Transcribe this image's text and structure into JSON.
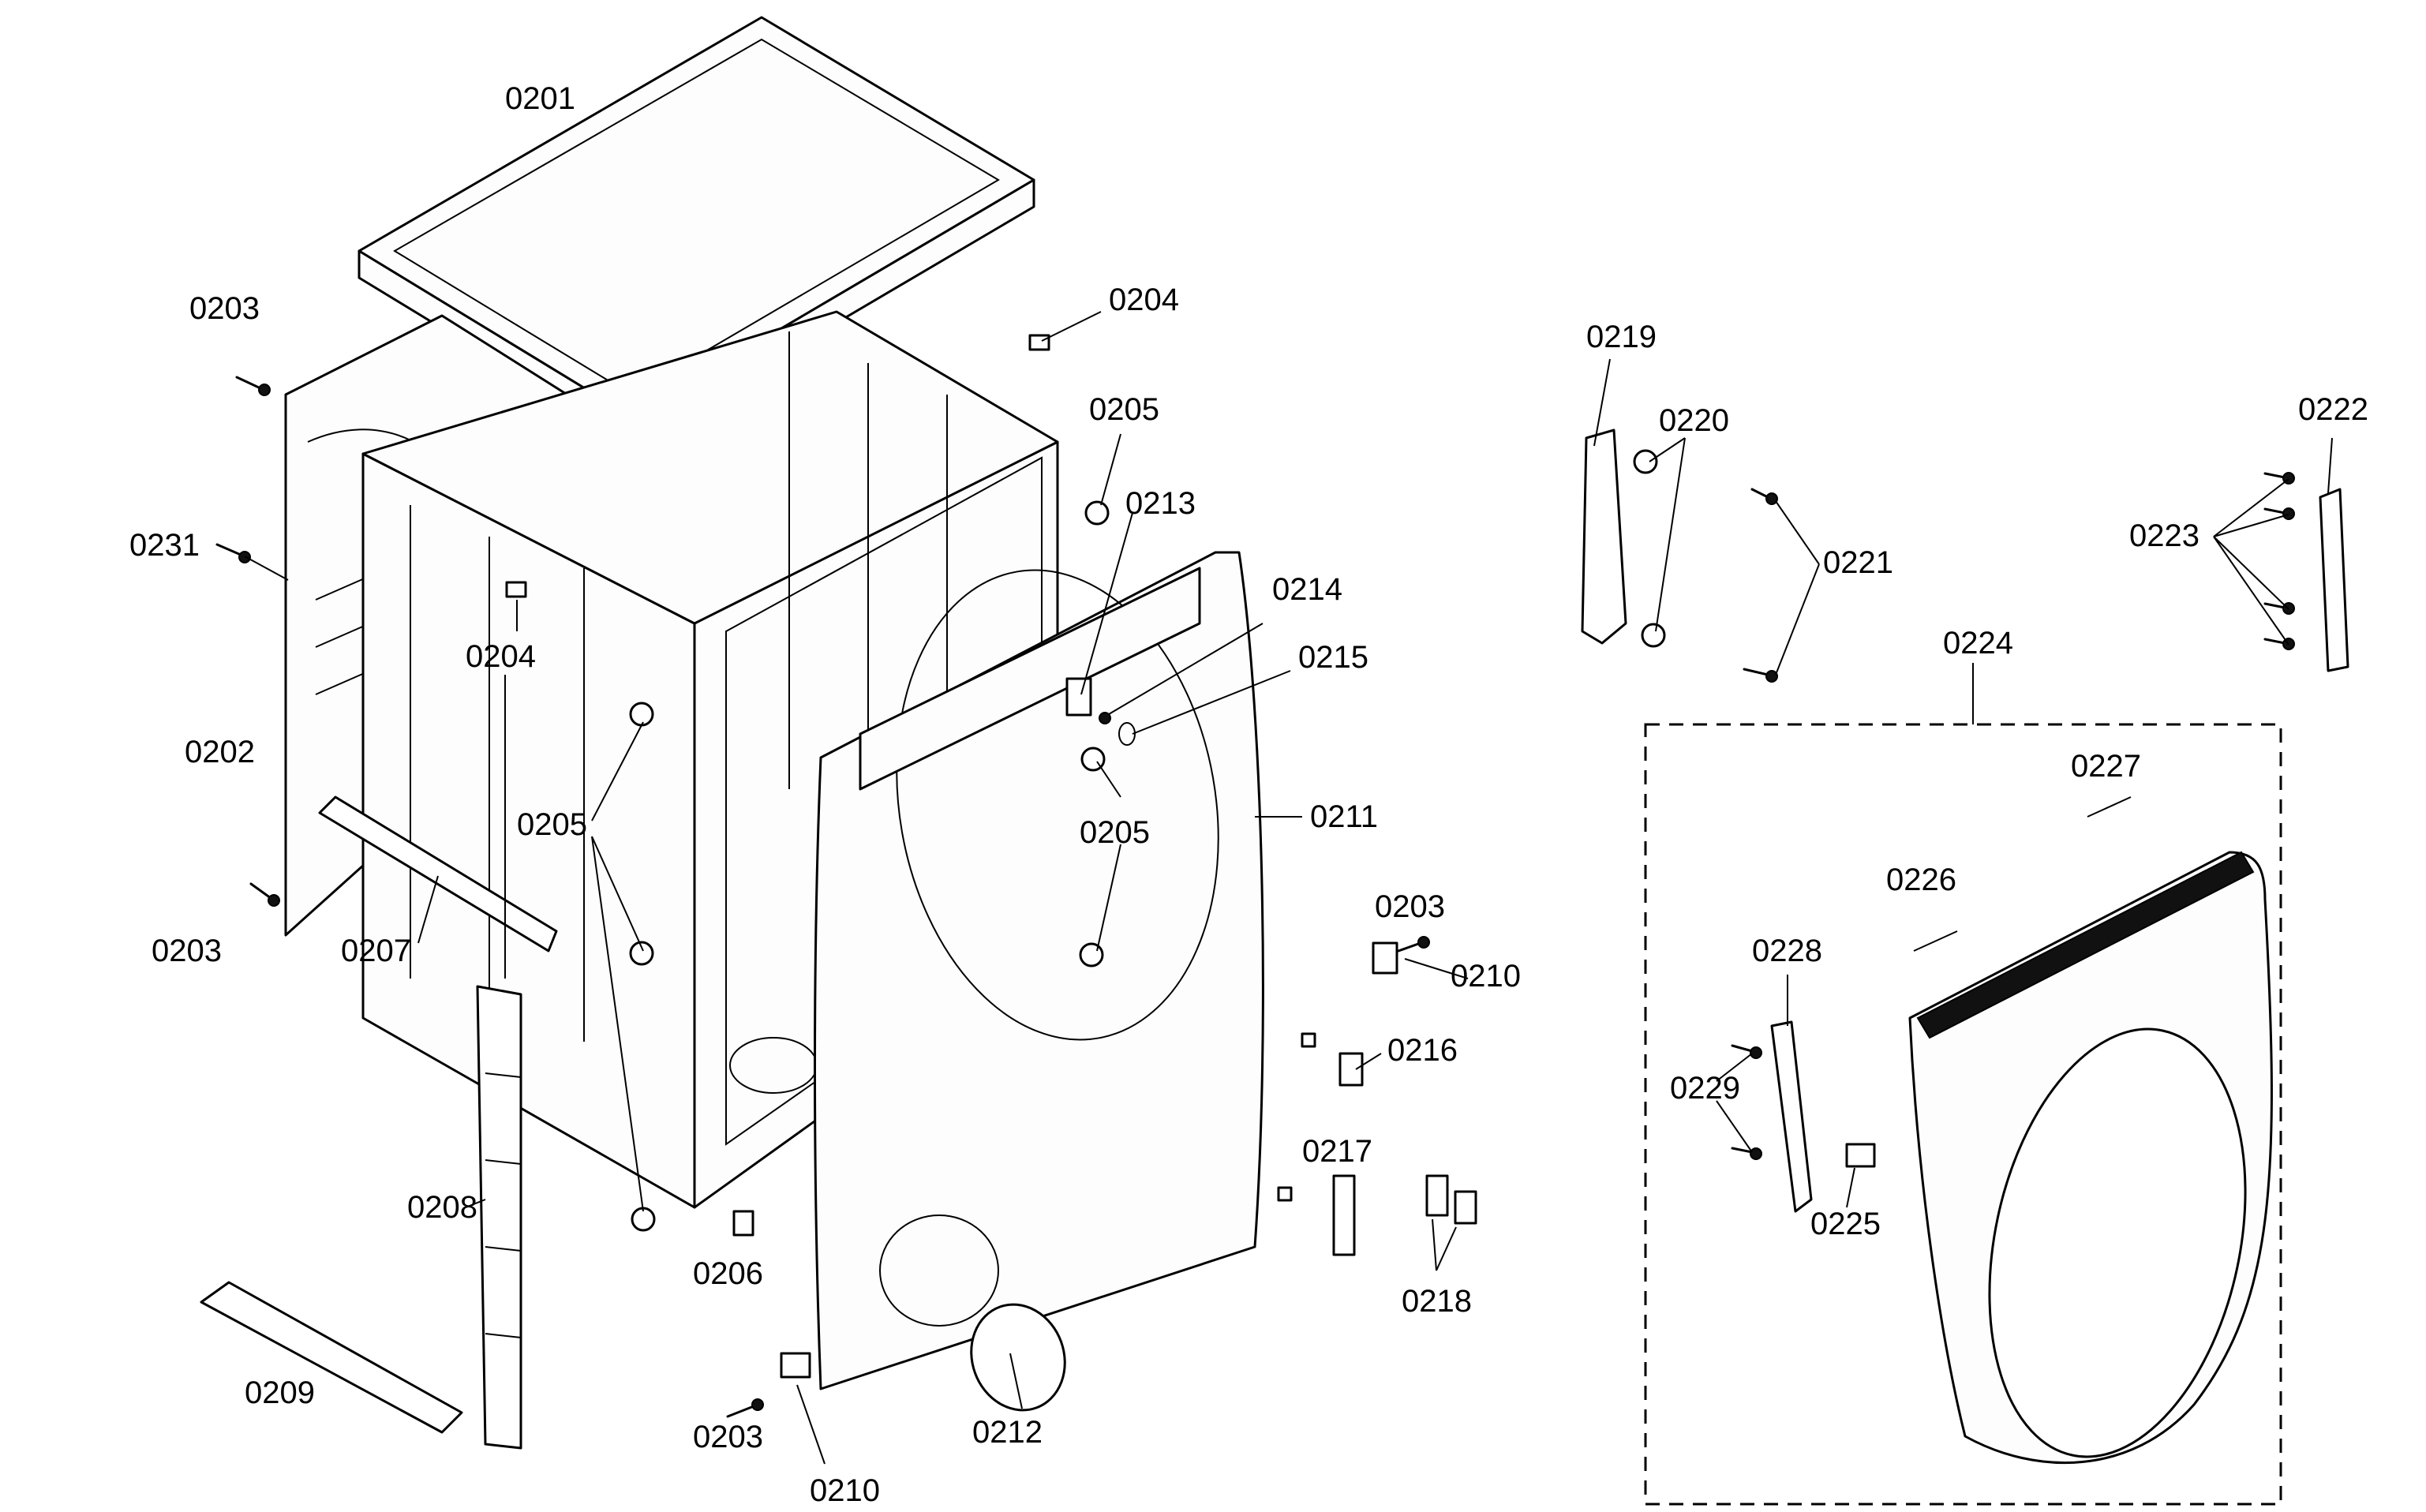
{
  "diagram": {
    "labels": {
      "l0201": "0201",
      "l0202": "0202",
      "l0203a": "0203",
      "l0203b": "0203",
      "l0203c": "0203",
      "l0203d": "0203",
      "l0204a": "0204",
      "l0204b": "0204",
      "l0205a": "0205",
      "l0205b": "0205",
      "l0205c": "0205",
      "l0206": "0206",
      "l0207": "0207",
      "l0208": "0208",
      "l0209": "0209",
      "l0210a": "0210",
      "l0210b": "0210",
      "l0211": "0211",
      "l0212": "0212",
      "l0213": "0213",
      "l0214": "0214",
      "l0215": "0215",
      "l0216": "0216",
      "l0217": "0217",
      "l0218": "0218",
      "l0219": "0219",
      "l0220": "0220",
      "l0221": "0221",
      "l0222": "0222",
      "l0223": "0223",
      "l0224": "0224",
      "l0225": "0225",
      "l0226": "0226",
      "l0227": "0227",
      "l0228": "0228",
      "l0229": "0229",
      "l0231": "0231"
    }
  }
}
